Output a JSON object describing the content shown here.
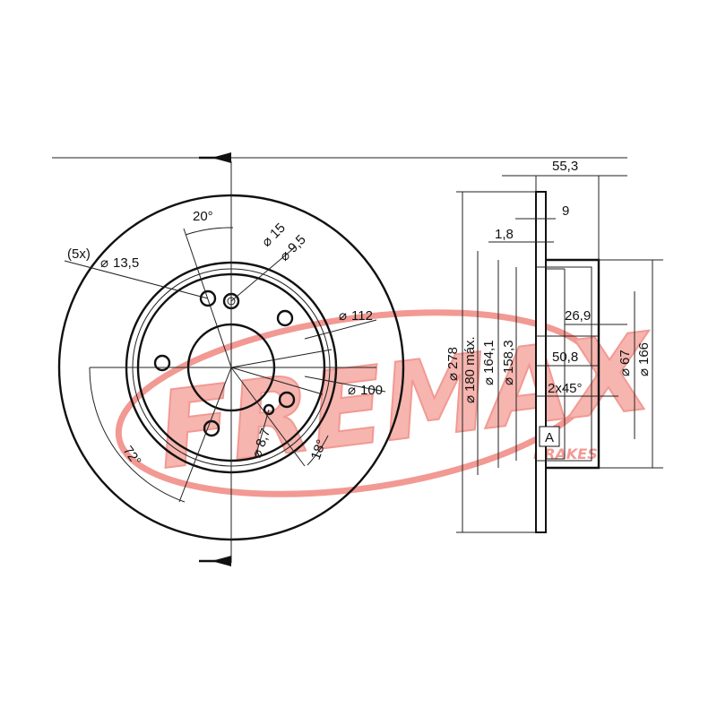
{
  "watermark": {
    "brand": "FREMAX",
    "sub": "BRAKES",
    "color": "#e8463c"
  },
  "front_view": {
    "angle_top": "20°",
    "bolt_count": "(5x)",
    "bolt_hole": "13,5",
    "pilot_outer": "15",
    "pilot_inner": "9,5",
    "pcd_outer": "112",
    "pcd_inner": "100",
    "small_hole": "8,7",
    "angle_bottom_left": "72°",
    "angle_bottom_right": "18°"
  },
  "side_view": {
    "overall_height": "55,3",
    "disc_thickness": "9",
    "offset": "1,8",
    "diameter_outer": "278",
    "diameter_friction": "180 máx.",
    "diameter_hat": "164,1",
    "diameter_hat_inner": "158,3",
    "hat_depth": "26,9",
    "hub_depth": "50,8",
    "chamfer": "2x45°",
    "center_bore": "67",
    "hub_diameter": "166",
    "datum": "A",
    "diameter_symbol": "⌀"
  }
}
